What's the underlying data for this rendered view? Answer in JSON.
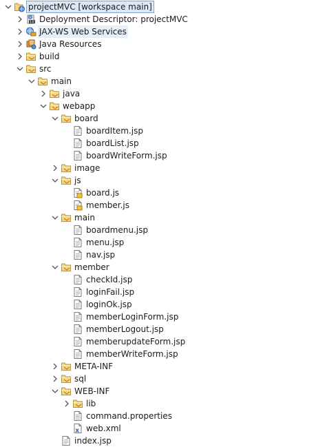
{
  "colors": {
    "folder_fill": "#f7d97a",
    "folder_stroke": "#b8912a",
    "selection_bg": "#dde8f7",
    "selection_border": "#7da2ce",
    "hover_bg": "#e5eef9",
    "twisty": "#555555"
  },
  "tree": [
    {
      "label": "projectMVC [workspace main]",
      "icon": "project-icon",
      "depth": 0,
      "state": "expanded",
      "selected": true
    },
    {
      "label": "Deployment Descriptor: projectMVC",
      "icon": "deployment-descriptor-icon",
      "depth": 1,
      "state": "collapsed"
    },
    {
      "label": "JAX-WS Web Services",
      "icon": "web-services-icon",
      "depth": 1,
      "state": "collapsed",
      "hover": true
    },
    {
      "label": "Java Resources",
      "icon": "java-resources-icon",
      "depth": 1,
      "state": "collapsed"
    },
    {
      "label": "build",
      "icon": "folder-icon",
      "depth": 1,
      "state": "collapsed"
    },
    {
      "label": "src",
      "icon": "folder-icon",
      "depth": 1,
      "state": "expanded"
    },
    {
      "label": "main",
      "icon": "folder-icon",
      "depth": 2,
      "state": "expanded"
    },
    {
      "label": "java",
      "icon": "folder-icon",
      "depth": 3,
      "state": "collapsed"
    },
    {
      "label": "webapp",
      "icon": "folder-icon",
      "depth": 3,
      "state": "expanded"
    },
    {
      "label": "board",
      "icon": "folder-icon",
      "depth": 4,
      "state": "expanded"
    },
    {
      "label": "boardItem.jsp",
      "icon": "jsp-file-icon",
      "depth": 5,
      "state": "leaf"
    },
    {
      "label": "boardList.jsp",
      "icon": "jsp-file-icon",
      "depth": 5,
      "state": "leaf"
    },
    {
      "label": "boardWriteForm.jsp",
      "icon": "jsp-file-icon",
      "depth": 5,
      "state": "leaf"
    },
    {
      "label": "image",
      "icon": "folder-icon",
      "depth": 4,
      "state": "collapsed"
    },
    {
      "label": "js",
      "icon": "folder-icon",
      "depth": 4,
      "state": "expanded"
    },
    {
      "label": "board.js",
      "icon": "js-file-icon",
      "depth": 5,
      "state": "leaf"
    },
    {
      "label": "member.js",
      "icon": "js-file-icon",
      "depth": 5,
      "state": "leaf"
    },
    {
      "label": "main",
      "icon": "folder-icon",
      "depth": 4,
      "state": "expanded"
    },
    {
      "label": "boardmenu.jsp",
      "icon": "jsp-file-icon",
      "depth": 5,
      "state": "leaf"
    },
    {
      "label": "menu.jsp",
      "icon": "jsp-file-icon",
      "depth": 5,
      "state": "leaf"
    },
    {
      "label": "nav.jsp",
      "icon": "jsp-file-icon",
      "depth": 5,
      "state": "leaf"
    },
    {
      "label": "member",
      "icon": "folder-icon",
      "depth": 4,
      "state": "expanded"
    },
    {
      "label": "checkId.jsp",
      "icon": "jsp-file-icon",
      "depth": 5,
      "state": "leaf"
    },
    {
      "label": "loginFail.jsp",
      "icon": "jsp-file-icon",
      "depth": 5,
      "state": "leaf"
    },
    {
      "label": "loginOk.jsp",
      "icon": "jsp-file-icon",
      "depth": 5,
      "state": "leaf"
    },
    {
      "label": "memberLoginForm.jsp",
      "icon": "jsp-file-icon",
      "depth": 5,
      "state": "leaf"
    },
    {
      "label": "memberLogout.jsp",
      "icon": "jsp-file-icon",
      "depth": 5,
      "state": "leaf"
    },
    {
      "label": "memberupdateForm.jsp",
      "icon": "jsp-file-icon",
      "depth": 5,
      "state": "leaf"
    },
    {
      "label": "memberWriteForm.jsp",
      "icon": "jsp-file-icon",
      "depth": 5,
      "state": "leaf"
    },
    {
      "label": "META-INF",
      "icon": "folder-icon",
      "depth": 4,
      "state": "collapsed"
    },
    {
      "label": "sql",
      "icon": "folder-icon",
      "depth": 4,
      "state": "collapsed"
    },
    {
      "label": "WEB-INF",
      "icon": "folder-icon",
      "depth": 4,
      "state": "expanded"
    },
    {
      "label": "lib",
      "icon": "folder-icon",
      "depth": 5,
      "state": "collapsed"
    },
    {
      "label": "command.properties",
      "icon": "properties-file-icon",
      "depth": 5,
      "state": "leaf"
    },
    {
      "label": "web.xml",
      "icon": "xml-file-icon",
      "depth": 5,
      "state": "leaf"
    },
    {
      "label": "index.jsp",
      "icon": "jsp-file-icon",
      "depth": 4,
      "state": "leaf"
    }
  ]
}
